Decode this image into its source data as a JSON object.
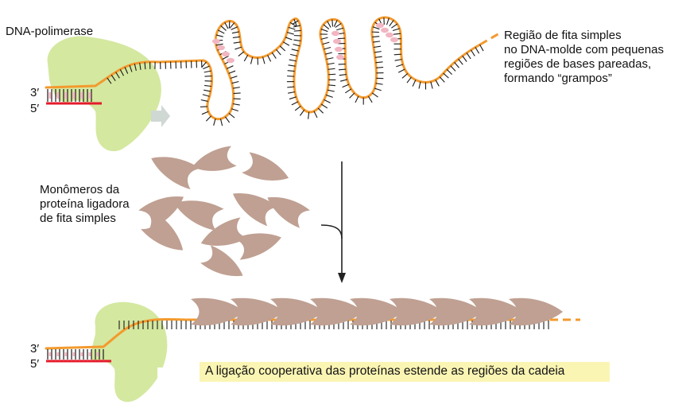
{
  "labels": {
    "dna_polymerase": "DNA-polimerase",
    "single_strand_region": "Região de fita simples\nno DNA-molde com pequenas\nregiões de bases pareadas,\nformando “grampos”",
    "monomers": "Monômeros da\nproteína ligadora\nde fita simples",
    "prime_3_top": "3′",
    "prime_5_top": "5′",
    "prime_3_bottom": "3′",
    "prime_5_bottom": "5′",
    "caption": "A ligação cooperativa das proteínas estende as regiões da cadeia"
  },
  "colors": {
    "strand": "#f39a2e",
    "tick": "#1a1a1a",
    "primer": "#e41b2b",
    "base_pair": "#f2b6c2",
    "polymerase": "#d4e8a0",
    "ssb_protein": "#bfa092",
    "arrow_gray": "#d0d8d4",
    "caption_highlight": "#fbf5b4"
  }
}
